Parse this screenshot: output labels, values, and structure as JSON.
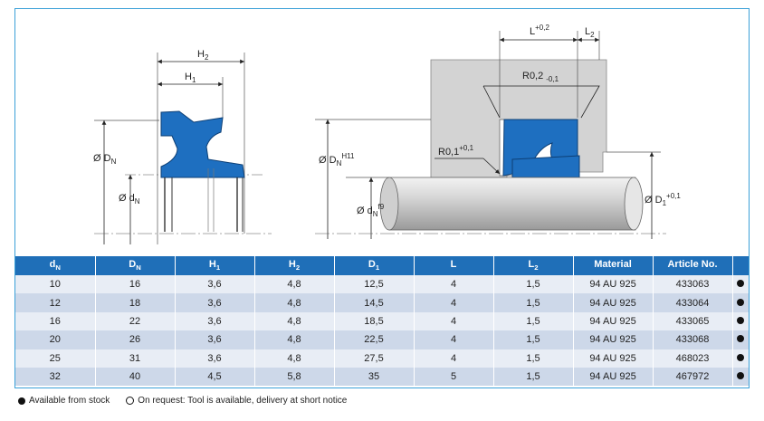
{
  "drawing": {
    "left": {
      "h2": "H",
      "h2_sub": "2",
      "h1": "H",
      "h1_sub": "1",
      "dN": "Ø D",
      "dN_sub": "N",
      "dn": "Ø d",
      "dn_sub": "N"
    },
    "right": {
      "L": "L",
      "L_sup": "+0,2",
      "L2": "L",
      "L2_sub": "2",
      "r02": "R0,2",
      "r02_tol": "-0,1",
      "r01": "R0,1",
      "r01_sup": "+0,1",
      "DN": "Ø D",
      "DN_sub": "N",
      "DN_sup": "H11",
      "dn": "Ø d",
      "dn_sub": "N",
      "dn_sup": "f9",
      "D1": "Ø D",
      "D1_sub": "1",
      "D1_sup": "+0,1"
    }
  },
  "table": {
    "headers": [
      {
        "base": "d",
        "sub": "N"
      },
      {
        "base": "D",
        "sub": "N"
      },
      {
        "base": "H",
        "sub": "1"
      },
      {
        "base": "H",
        "sub": "2"
      },
      {
        "base": "D",
        "sub": "1"
      },
      {
        "base": "L",
        "sub": ""
      },
      {
        "base": "L",
        "sub": "2"
      },
      {
        "base": "Material",
        "sub": ""
      },
      {
        "base": "Article No.",
        "sub": ""
      },
      {
        "base": "",
        "sub": ""
      }
    ],
    "rows": [
      {
        "dN": "10",
        "DN": "16",
        "H1": "3,6",
        "H2": "4,8",
        "D1": "12,5",
        "L": "4",
        "L2": "1,5",
        "material": "94 AU 925",
        "article": "433063",
        "stock": "filled"
      },
      {
        "dN": "12",
        "DN": "18",
        "H1": "3,6",
        "H2": "4,8",
        "D1": "14,5",
        "L": "4",
        "L2": "1,5",
        "material": "94 AU 925",
        "article": "433064",
        "stock": "filled"
      },
      {
        "dN": "16",
        "DN": "22",
        "H1": "3,6",
        "H2": "4,8",
        "D1": "18,5",
        "L": "4",
        "L2": "1,5",
        "material": "94 AU 925",
        "article": "433065",
        "stock": "filled"
      },
      {
        "dN": "20",
        "DN": "26",
        "H1": "3,6",
        "H2": "4,8",
        "D1": "22,5",
        "L": "4",
        "L2": "1,5",
        "material": "94 AU 925",
        "article": "433068",
        "stock": "filled"
      },
      {
        "dN": "25",
        "DN": "31",
        "H1": "3,6",
        "H2": "4,8",
        "D1": "27,5",
        "L": "4",
        "L2": "1,5",
        "material": "94 AU 925",
        "article": "468023",
        "stock": "filled"
      },
      {
        "dN": "32",
        "DN": "40",
        "H1": "4,5",
        "H2": "5,8",
        "D1": "35",
        "L": "5",
        "L2": "1,5",
        "material": "94 AU 925",
        "article": "467972",
        "stock": "filled"
      }
    ]
  },
  "legend": {
    "stock": "Available from stock",
    "request": "On request: Tool is available, delivery at short notice"
  },
  "colors": {
    "accent": "#1f6fb8",
    "seal": "#1e6fc0",
    "housing": "#d3d3d3",
    "row_light": "#e8edf5",
    "row_dark": "#cdd8e9"
  }
}
